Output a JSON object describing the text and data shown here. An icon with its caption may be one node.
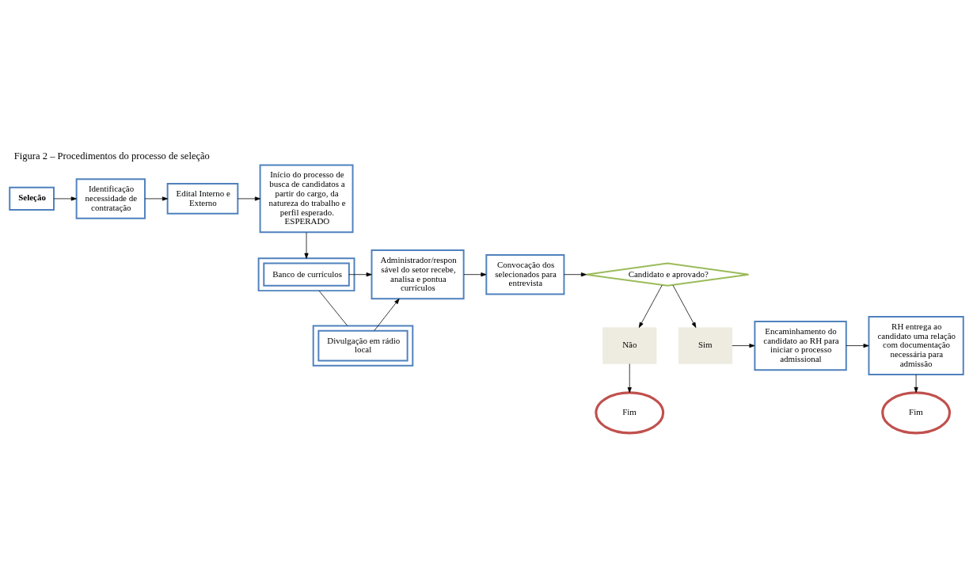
{
  "diagram": {
    "title": "Figura 2 – Procedimentos do processo de seleção",
    "nodes": [
      {
        "text": [
          "Seleção"
        ]
      },
      {
        "text": [
          "Identificação necessidade de contratação"
        ]
      },
      {
        "text": [
          "Edital Interno e Externo"
        ]
      },
      {
        "text": [
          "Início do processo de busca de candidatos a partir do cargo, da natureza do trabalho e perfil esperado. ESPERADO"
        ]
      },
      {
        "text": [],
        "shape": "box"
      },
      {
        "text": [
          "Banco de currículos"
        ],
        "in": 4
      },
      {
        "text": [],
        "shape": "box"
      },
      {
        "text": [
          "Divulgação em rádio local"
        ],
        "in": 6
      },
      {
        "text": [
          "Administrador/respon sável do setor recebe, analisa e pontua currículos"
        ]
      },
      {
        "text": [
          "Convocação dos selecionados para entrevista"
        ]
      },
      {
        "text": [
          "Candidato e aprovado?"
        ]
      },
      {
        "text": [
          "Não"
        ]
      },
      {
        "text": [
          "Sim"
        ]
      },
      {
        "text": [
          "Fim"
        ]
      },
      {
        "text": [
          "Encaminhamento do candidato ao RH para iniciar o processo admissional"
        ]
      },
      {
        "text": [
          "RH entrega ao candidato uma relação com documentação necessária para admissão"
        ]
      },
      {
        "text": [
          "Fim"
        ]
      }
    ],
    "edges": [
      {
        "from": 0,
        "to": 1,
        "arrow": "to"
      },
      {
        "from": 1,
        "to": 2,
        "arrow": "to"
      },
      {
        "from": 2,
        "to": 3,
        "arrow": "to"
      },
      {
        "from": 3,
        "to": 4,
        "arrow": "to"
      },
      {
        "from": 4,
        "to": 6,
        "arrow": "none"
      },
      {
        "from": 5,
        "to": 8,
        "arrow": "to"
      },
      {
        "from": 7,
        "to": 8,
        "arrow": "to"
      },
      {
        "from": 8,
        "to": 9,
        "arrow": "to"
      },
      {
        "from": 9,
        "to": 10,
        "arrow": "to"
      },
      {
        "from": 10,
        "to": 11,
        "arrow": "to"
      },
      {
        "from": 10,
        "to": 12,
        "arrow": "to"
      },
      {
        "from": 11,
        "to": 13,
        "arrow": "to"
      },
      {
        "from": 12,
        "to": 14,
        "arrow": "to"
      },
      {
        "from": 14,
        "to": 15,
        "arrow": "to"
      },
      {
        "from": 15,
        "to": 16,
        "arrow": "to"
      }
    ]
  }
}
